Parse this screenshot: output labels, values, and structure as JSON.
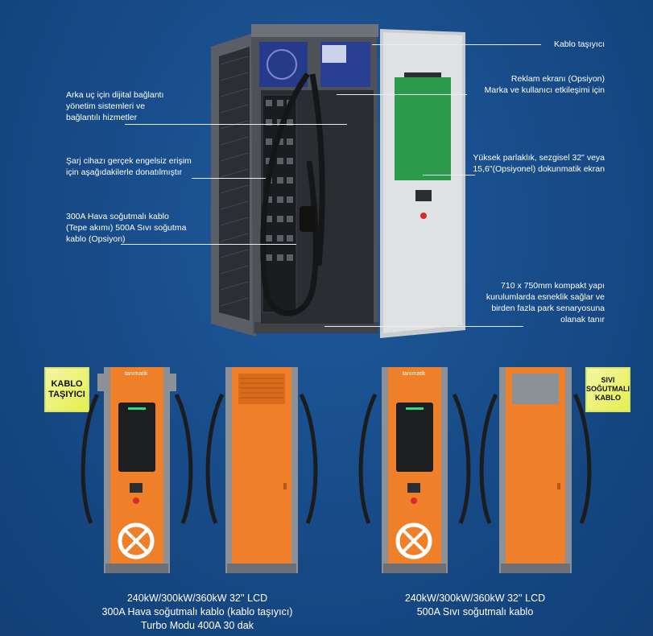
{
  "callouts": {
    "kablo_tasiyici": "Kablo taşıyıcı",
    "reklam_ekrani": "Reklam ekranı (Opsiyon)\nMarka ve kullanıcı etkileşimi için",
    "arka_uc": "Arka uç için dijital bağlantı\nyönetim sistemleri ve\nbağlantılı hizmetler",
    "sarj_cihazi": "Şarj cihazı gerçek engelsiz erişim\niçin aşağıdakilerle donatılmıştır",
    "kablo_secenekleri": "300A Hava soğutmalı kablo\n(Tepe akımı) 500A Sıvı soğutma\nkablo (Opsiyon)",
    "dokunmatik_ekran": "Yüksek parlaklık, sezgisel 32\" veya\n15,6\"(Opsiyonel)  dokunmatik ekran",
    "kompakt_yapi": "710 x 750mm kompakt yapı\nkurulumlarda esneklik sağlar ve\nbirden fazla park senaryosuna\nolanak tanır"
  },
  "badges": {
    "left": "KABLO\nTAŞIYICI",
    "right": "SIVI\nSOĞUTMALI\nKABLO"
  },
  "brand": "tanımatik",
  "captions": {
    "left": "240kW/300kW/360kW 32'' LCD\n300A Hava soğutmalı kablo (kablo taşıyıcı)\nTurbo Modu 400A 30 dak",
    "right": "240kW/300kW/360kW 32'' LCD\n500A Sıvı soğutmalı kablo"
  },
  "colors": {
    "background": "#174a86",
    "charger_orange": "#f07f2a",
    "charger_gray": "#8c9198",
    "cabinet_gray": "#5d6167",
    "ad_screen_green": "#2b9a4a",
    "badge_yellow": "#e6ee4a"
  }
}
